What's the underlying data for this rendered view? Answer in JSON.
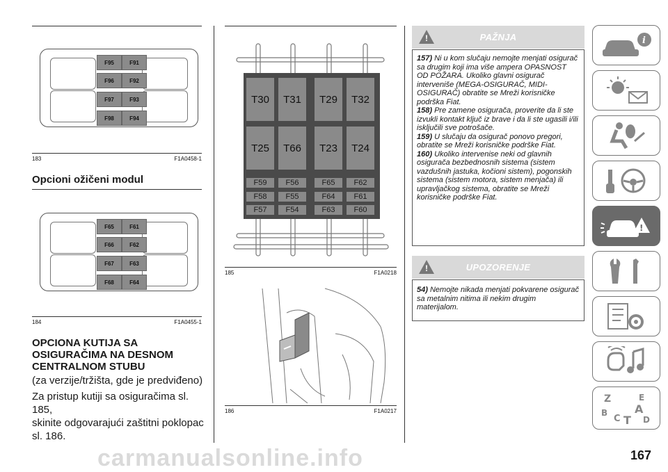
{
  "left_column": {
    "fig183": {
      "fuses": [
        "F95",
        "F91",
        "F96",
        "F92",
        "F97",
        "F93",
        "F98",
        "F94"
      ],
      "number": "183",
      "code": "F1A0458-1"
    },
    "section_title": "Opcioni ožičeni modul",
    "fig184": {
      "fuses": [
        "F65",
        "F61",
        "F66",
        "F62",
        "F67",
        "F63",
        "F68",
        "F64"
      ],
      "number": "184",
      "code": "F1A0455-1"
    },
    "heading_lines": [
      "OPCIONA KUTIJA SA",
      "OSIGURAČIMA NA DESNOM",
      "CENTRALNOM STUBU"
    ],
    "body_lines": [
      "(za verzije/tržišta, gde je predviđeno)",
      "Za pristup kutiji sa osiguračima sl. 185,",
      "skinite odgovarajući zaštitni poklopac",
      "sl. 186."
    ]
  },
  "middle_column": {
    "fig185": {
      "relays_top": [
        "T30",
        "T31",
        "T29",
        "T32"
      ],
      "relays_bottom": [
        "T25",
        "T66",
        "T23",
        "T24"
      ],
      "fuse_rows": [
        [
          "F59",
          "F56",
          "F65",
          "F62"
        ],
        [
          "F58",
          "F55",
          "F64",
          "F61"
        ],
        [
          "F57",
          "F54",
          "F63",
          "F60"
        ]
      ],
      "number": "185",
      "code": "F1A0218"
    },
    "fig186": {
      "number": "186",
      "code": "F1A0217"
    }
  },
  "right_column": {
    "caution": {
      "title": "PAŽNJA",
      "items": [
        {
          "num": "157)",
          "text": "Ni u kom slučaju nemojte menjati osigurač sa drugim koji ima više ampera OPASNOST OD POŽARA. Ukoliko glavni osigurač interveniše (MEGA-OSIGURAČ, MIDI-OSIGURAČ) obratite se Mreži korisničke podrška Fiat."
        },
        {
          "num": "158)",
          "text": "Pre zamene osigurača, proverite da li ste izvukli kontakt ključ iz brave i da li ste ugasili i/ili isključili sve potrošače."
        },
        {
          "num": "159)",
          "text": "U slučaju da osigurač ponovo pregori, obratite se Mreži korisničke podrške Fiat."
        },
        {
          "num": "160)",
          "text": "Ukoliko intervenise neki od glavnih osigurača bezbednosnih sistema (sistem vazdušnih jastuka, kočioni sistem), pogonskih sistema (sistem motora, sistem menjača) ili upravljačkog sistema, obratite se Mreži korisničke podrške Fiat."
        }
      ]
    },
    "warning": {
      "title": "UPOZORENJE",
      "items": [
        {
          "num": "54)",
          "text": "Nemojte nikada menjati pokvarene osigurač sa metalnim nitima ili nekim drugim materijalom."
        }
      ]
    }
  },
  "sidebar": {
    "tabs": [
      "car-info-icon",
      "lights-mail-icon",
      "airbag-person-icon",
      "key-steering-icon",
      "car-emergency-icon",
      "tools-icon",
      "checklist-gear-icon",
      "music-phone-icon",
      "alphabet-index-icon"
    ],
    "active_index": 4,
    "alphabet_letters": [
      "Z",
      "E",
      "B",
      "A",
      "C",
      "T",
      "D"
    ]
  },
  "page_number": "167",
  "watermark": "carmanualsonline.info"
}
